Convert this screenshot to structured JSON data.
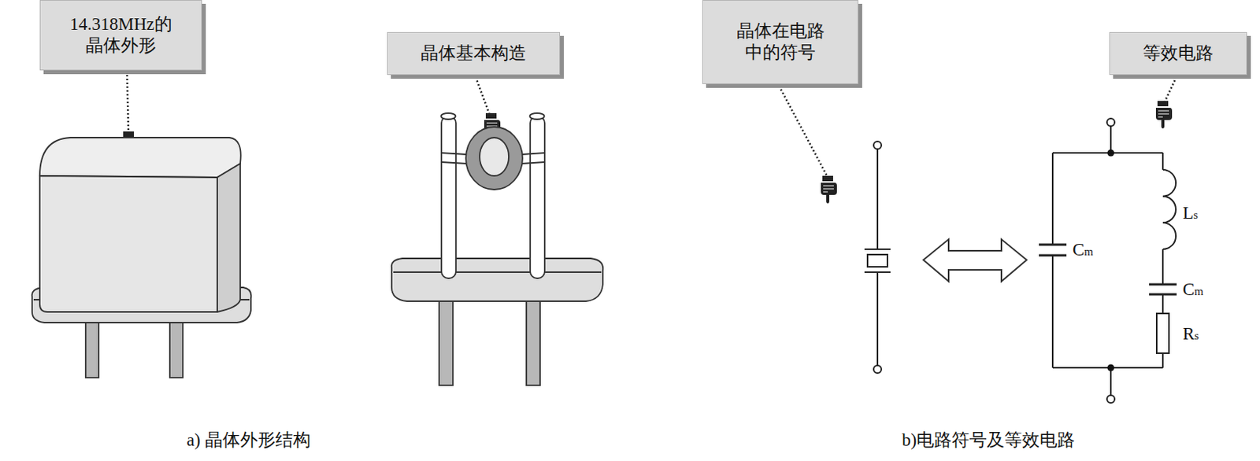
{
  "diagram": {
    "nodes": [
      {
        "text": [
          "14.318MHz的 晶体外形"
        ]
      },
      {
        "text": [
          "晶体基本构造"
        ]
      },
      {
        "text": [
          "晶体在电路 中的符号"
        ]
      },
      {
        "text": [
          "等效电路"
        ]
      }
    ],
    "labels": [
      "Ls",
      "Cm",
      "Cm",
      "Rs",
      "a) 晶体外形结构",
      "b)电路符号及等效电路"
    ]
  }
}
